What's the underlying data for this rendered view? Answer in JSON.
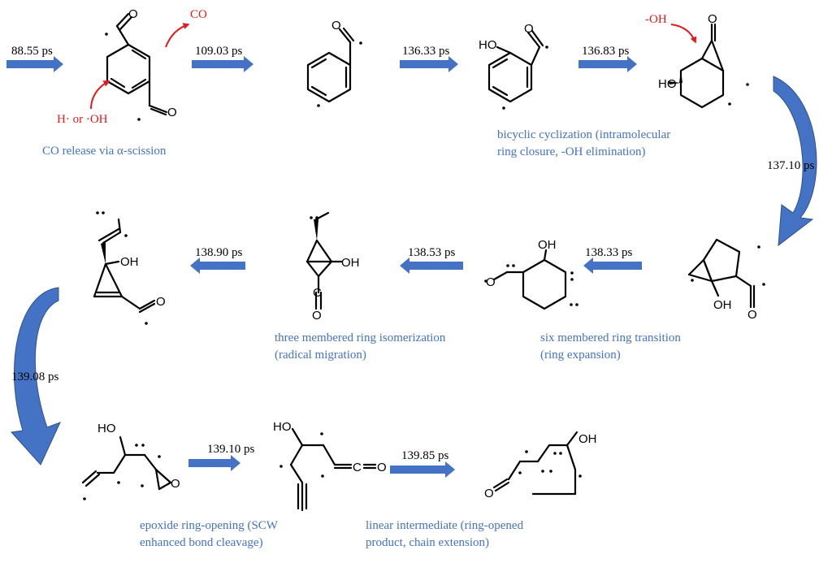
{
  "colors": {
    "arrow": "#4472c4",
    "annotation_text": "#4472c4",
    "highlight": "#e41a1c",
    "structure": "#000000"
  },
  "steps": [
    {
      "time": "88.55 ps"
    },
    {
      "time": "109.03 ps"
    },
    {
      "time": "136.33 ps"
    },
    {
      "time": "136.83 ps"
    },
    {
      "time": "137.10 ps"
    },
    {
      "time": "138.33 ps"
    },
    {
      "time": "138.53 ps"
    },
    {
      "time": "138.90 ps"
    },
    {
      "time": "139.08 ps"
    },
    {
      "time": "139.10 ps"
    },
    {
      "time": "139.85 ps"
    }
  ],
  "released": {
    "co": "CO",
    "oh": "-OH",
    "attack": "H· or ·OH"
  },
  "notes": {
    "co_release": "CO release via α-scission",
    "bicyclic_1": "bicyclic  cyclization  (intramolecular",
    "bicyclic_2": "ring closure, -OH elimination)",
    "three_ring_1": "three membered ring isomerization",
    "three_ring_2": "(radical migration)",
    "six_ring_1": "six membered ring transition",
    "six_ring_2": "(ring expansion)",
    "epoxide_1": "epoxide ring-opening (SCW",
    "epoxide_2": "enhanced bond cleavage)",
    "linear_1": "linear intermediate (ring-opened",
    "linear_2": "product, chain extension)"
  },
  "atoms": {
    "O": "O",
    "OH": "OH",
    "HO": "HO",
    "C": "C"
  }
}
